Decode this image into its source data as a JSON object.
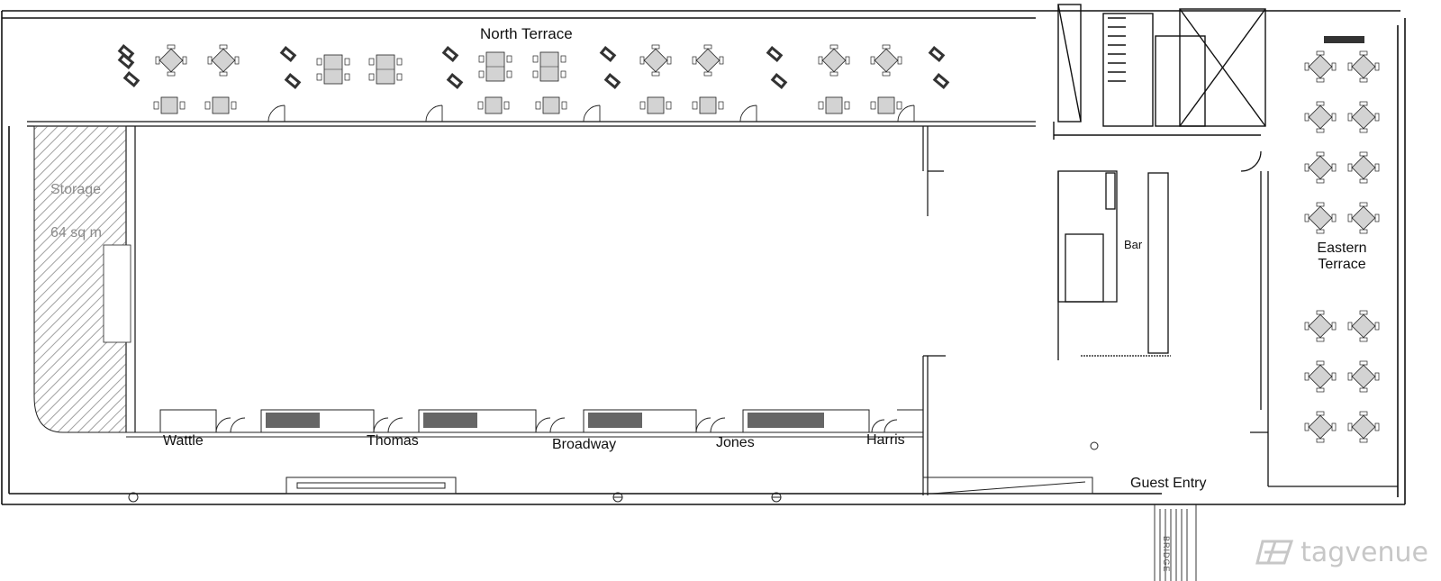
{
  "plan": {
    "rooms": {
      "north_terrace": "North Terrace",
      "eastern_terrace_line1": "Eastern",
      "eastern_terrace_line2": "Terrace",
      "storage_name": "Storage",
      "storage_area": "64 sq m",
      "bar": "Bar",
      "guest_entry": "Guest Entry"
    },
    "function_rooms": [
      "Wattle",
      "Thomas",
      "Broadway",
      "Jones",
      "Harris"
    ],
    "bridge": "BRIDGE"
  },
  "brand": {
    "name": "tagvenue",
    "icon": "tagvenue-logo-icon"
  },
  "colors": {
    "line": "#111111",
    "table_fill": "#d3d3d3",
    "hatch": "#a0a0a0",
    "watermark": "#9a9a9a"
  }
}
